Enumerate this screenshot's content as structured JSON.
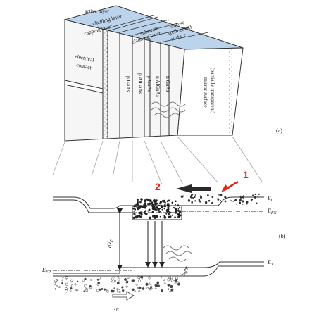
{
  "device": {
    "layers": {
      "active": "active layer",
      "cladding_top": "cladding layer",
      "capping": "capping layer",
      "substrate": "substrate",
      "cladding_bottom": "cladding layer",
      "diffuse": "diffuse",
      "reflecting": "(reflecting)",
      "surface": "surface"
    },
    "columns": [
      "p GaAs",
      "p AlGaAs",
      "p GaAs",
      "n AlGaAs",
      "n GaAs"
    ],
    "electrical_contact": [
      "electrical",
      "contact"
    ],
    "mirror": [
      "mirror surface",
      "(partially transparent)"
    ],
    "panel_label": "(a)"
  },
  "band": {
    "marker_1": "1",
    "marker_2": "2",
    "ec": "E",
    "ec_sub": "C",
    "efn": "E",
    "efn_sub": "FN",
    "qvf": "qV",
    "qvf_sub": "F",
    "efp": "E",
    "efp_sub": "FP",
    "ev": "E",
    "ev_sub": "V",
    "light": "light",
    "if": "I",
    "if_sub": "F",
    "panel_label": "(b)"
  },
  "colors": {
    "face_blue": "#bcd3ec",
    "red": "#e3261c",
    "line": "#222222",
    "arrow_dark": "#2a2a2a"
  }
}
